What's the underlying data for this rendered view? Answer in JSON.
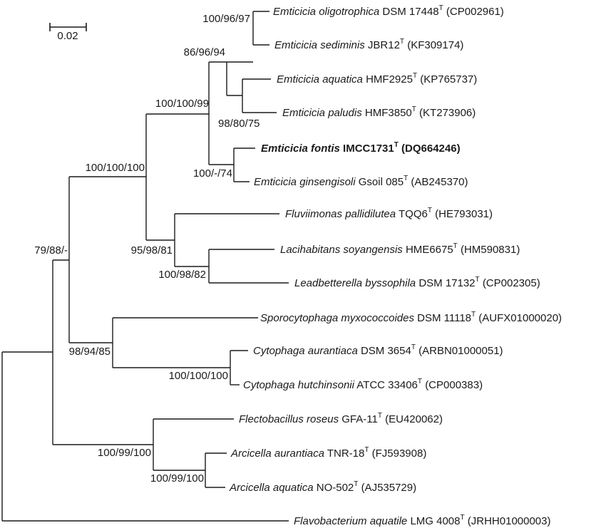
{
  "scale_bar": {
    "label": "0.02"
  },
  "taxa": [
    {
      "id": "t1",
      "genus": "Emticicia",
      "species": "oligotrophica",
      "strain": "DSM 17448",
      "type_mark": "T",
      "accession": "(CP002961)",
      "bold": false
    },
    {
      "id": "t2",
      "genus": "Emticicia",
      "species": "sediminis",
      "strain": "JBR12",
      "type_mark": "T",
      "accession": "(KF309174)",
      "bold": false
    },
    {
      "id": "t3",
      "genus": "Emticicia",
      "species": "aquatica",
      "strain": "HMF2925",
      "type_mark": "T",
      "accession": "(KP765737)",
      "bold": false
    },
    {
      "id": "t4",
      "genus": "Emticicia",
      "species": "paludis",
      "strain": "HMF3850",
      "type_mark": "T",
      "accession": "(KT273906)",
      "bold": false
    },
    {
      "id": "t5",
      "genus": "Emticicia",
      "species": "fontis",
      "strain": "IMCC1731",
      "type_mark": "T",
      "accession": "(DQ664246)",
      "bold": true
    },
    {
      "id": "t6",
      "genus": "Emticicia",
      "species": "ginsengisoli",
      "strain": "Gsoil 085",
      "type_mark": "T",
      "accession": "(AB245370)",
      "bold": false
    },
    {
      "id": "t7",
      "genus": "Fluviimonas",
      "species": "pallidilutea",
      "strain": "TQQ6",
      "type_mark": "T",
      "accession": "(HE793031)",
      "bold": false
    },
    {
      "id": "t8",
      "genus": "Lacihabitans",
      "species": "soyangensis",
      "strain": "HME6675",
      "type_mark": "T",
      "accession": "(HM590831)",
      "bold": false
    },
    {
      "id": "t9",
      "genus": "Leadbetterella",
      "species": "byssophila",
      "strain": "DSM 17132",
      "type_mark": "T",
      "accession": "(CP002305)",
      "bold": false
    },
    {
      "id": "t10",
      "genus": "Sporocytophaga",
      "species": "myxococcoides",
      "strain": "DSM 11118",
      "type_mark": "T",
      "accession": "(AUFX01000020)",
      "bold": false
    },
    {
      "id": "t11",
      "genus": "Cytophaga",
      "species": "aurantiaca",
      "strain": "DSM 3654",
      "type_mark": "T",
      "accession": "(ARBN01000051)",
      "bold": false
    },
    {
      "id": "t12",
      "genus": "Cytophaga",
      "species": "hutchinsonii",
      "strain": "ATCC 33406",
      "type_mark": "T",
      "accession": "(CP000383)",
      "bold": false
    },
    {
      "id": "t13",
      "genus": "Flectobacillus",
      "species": "roseus",
      "strain": "GFA-11",
      "type_mark": "T",
      "accession": "(EU420062)",
      "bold": false
    },
    {
      "id": "t14",
      "genus": "Arcicella",
      "species": "aurantiaca",
      "strain": "TNR-18",
      "type_mark": "T",
      "accession": "(FJ593908)",
      "bold": false
    },
    {
      "id": "t15",
      "genus": "Arcicella",
      "species": "aquatica",
      "strain": "NO-502",
      "type_mark": "T",
      "accession": "(AJ535729)",
      "bold": false
    },
    {
      "id": "t16",
      "genus": "Flavobacterium",
      "species": "aquatile",
      "strain": "LMG 4008",
      "type_mark": "T",
      "accession": "(JRHH01000003)",
      "bold": false
    }
  ],
  "supports": [
    {
      "id": "n12",
      "label": "100/96/97"
    },
    {
      "id": "n34",
      "label": "98/80/75"
    },
    {
      "id": "n1234",
      "label": "86/96/94"
    },
    {
      "id": "n56",
      "label": "100/-/74"
    },
    {
      "id": "nEmt",
      "label": "100/100/99"
    },
    {
      "id": "n89",
      "label": "100/98/82"
    },
    {
      "id": "nFLL",
      "label": "95/98/81"
    },
    {
      "id": "nUpper",
      "label": "100/100/100"
    },
    {
      "id": "n1112",
      "label": "100/100/100"
    },
    {
      "id": "nSpoCyt",
      "label": "98/94/85"
    },
    {
      "id": "n1415",
      "label": "100/99/100"
    },
    {
      "id": "nFlecArc",
      "label": "100/99/100"
    },
    {
      "id": "nIngroup",
      "label": "79/88/-"
    }
  ]
}
